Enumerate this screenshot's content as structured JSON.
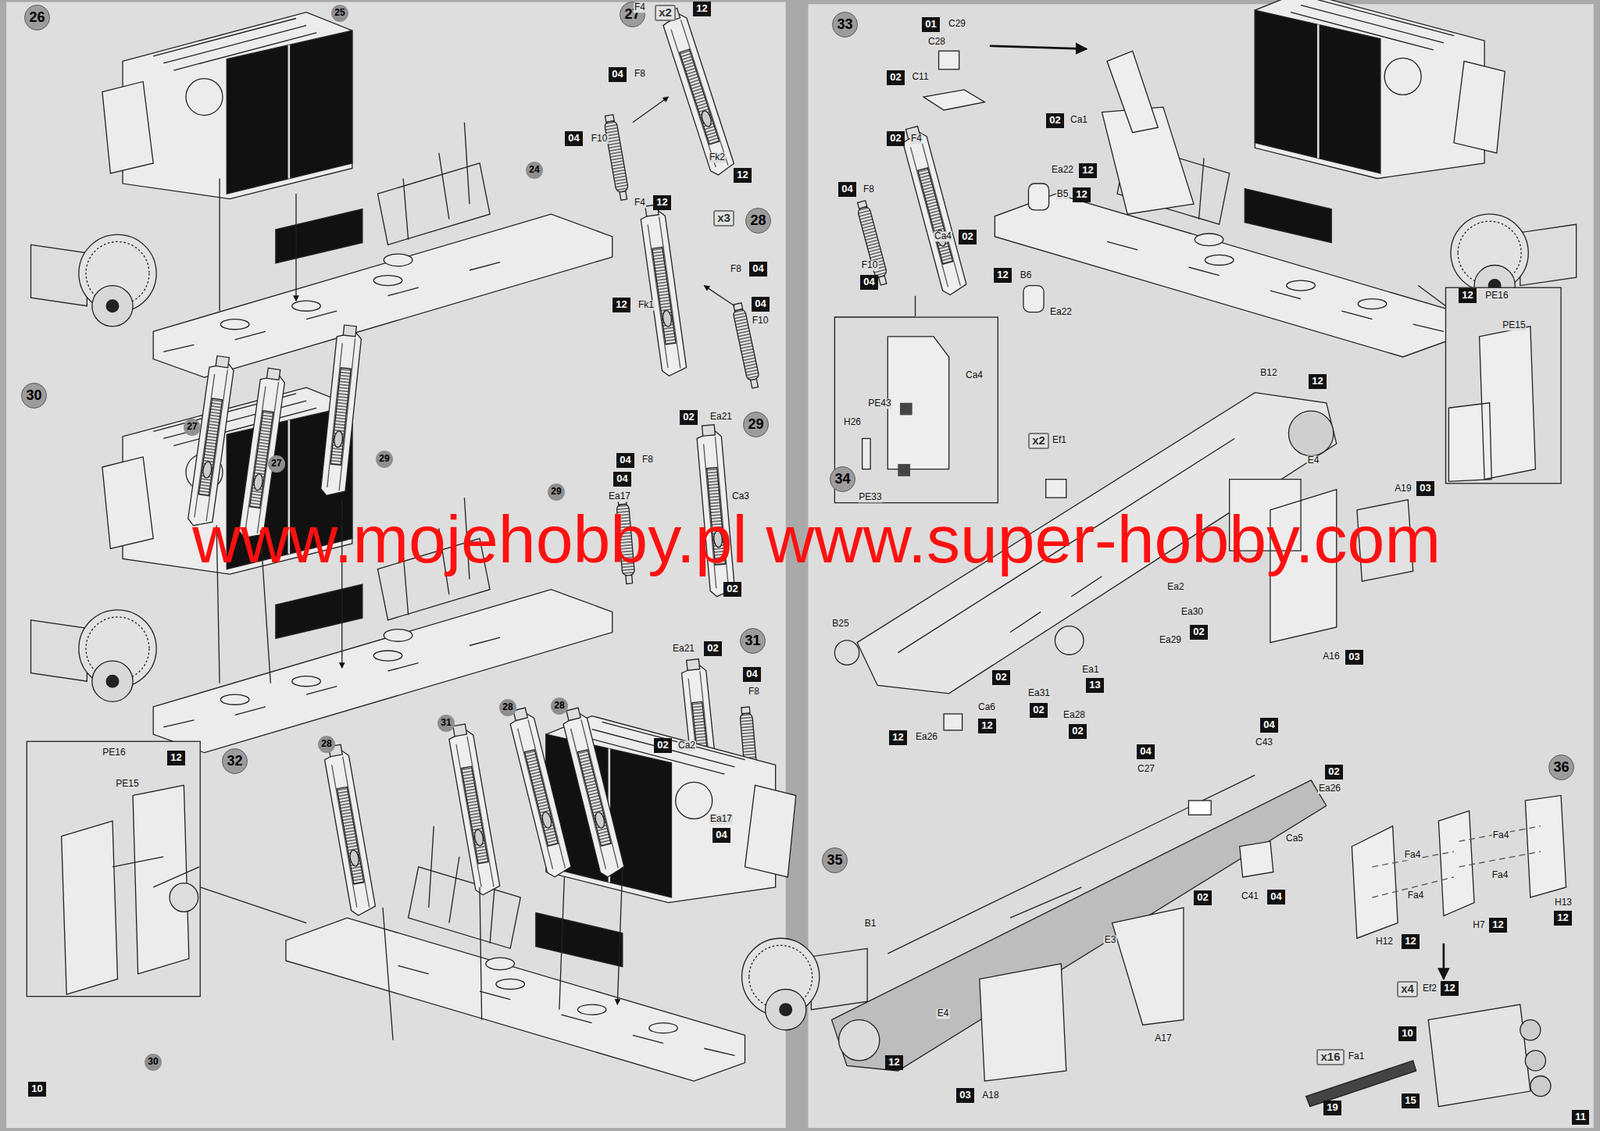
{
  "diagram": {
    "nodes": [
      {
        "text": [
          "26"
        ]
      },
      {
        "text": [
          "25"
        ]
      },
      {
        "text": [
          "24"
        ]
      },
      {
        "text": [
          "27"
        ]
      },
      {
        "text": [
          "x2"
        ]
      },
      {
        "text": [
          "12"
        ]
      },
      {
        "text": [
          "04"
        ]
      },
      {
        "text": [
          "04"
        ]
      },
      {
        "text": [
          "12"
        ]
      },
      {
        "text": [
          "x3"
        ]
      },
      {
        "text": [
          "28"
        ]
      },
      {
        "text": [
          "12"
        ]
      },
      {
        "text": [
          "12"
        ]
      },
      {
        "text": [
          "04"
        ]
      },
      {
        "text": [
          "04"
        ]
      },
      {
        "text": [
          "30"
        ]
      },
      {
        "text": [
          "27"
        ]
      },
      {
        "text": [
          "27"
        ]
      },
      {
        "text": [
          "29"
        ]
      },
      {
        "text": [
          "29"
        ]
      },
      {
        "text": [
          "29"
        ]
      },
      {
        "text": [
          "02"
        ]
      },
      {
        "text": [
          "04"
        ]
      },
      {
        "text": [
          "04"
        ]
      },
      {
        "text": [
          "02"
        ]
      },
      {
        "text": [
          "31"
        ]
      },
      {
        "text": [
          "02"
        ]
      },
      {
        "text": [
          "04"
        ]
      },
      {
        "text": [
          "02"
        ]
      },
      {
        "text": [
          "04"
        ]
      },
      {
        "text": [
          "32"
        ]
      },
      {
        "text": [
          "28"
        ]
      },
      {
        "text": [
          "31"
        ]
      },
      {
        "text": [
          "28"
        ]
      },
      {
        "text": [
          "28"
        ]
      },
      {
        "text": [
          "30"
        ]
      },
      {
        "text": [
          "12"
        ]
      },
      {
        "text": [
          "10"
        ]
      },
      {
        "text": [
          "33"
        ]
      },
      {
        "text": [
          "01"
        ]
      },
      {
        "text": [
          "02"
        ]
      },
      {
        "text": [
          "02"
        ]
      },
      {
        "text": [
          "04"
        ]
      },
      {
        "text": [
          "04"
        ]
      },
      {
        "text": [
          "02"
        ]
      },
      {
        "text": [
          "02"
        ]
      },
      {
        "text": [
          "12"
        ]
      },
      {
        "text": [
          "12"
        ]
      },
      {
        "text": [
          "12"
        ]
      },
      {
        "text": [
          "12"
        ]
      },
      {
        "text": [
          "03"
        ]
      },
      {
        "text": [
          "34"
        ]
      },
      {
        "text": [
          "x2"
        ]
      },
      {
        "text": [
          "12"
        ]
      },
      {
        "text": [
          "02"
        ]
      },
      {
        "text": [
          "03"
        ]
      },
      {
        "text": [
          "02"
        ]
      },
      {
        "text": [
          "13"
        ]
      },
      {
        "text": [
          "12"
        ]
      },
      {
        "text": [
          "02"
        ]
      },
      {
        "text": [
          "02"
        ]
      },
      {
        "text": [
          "12"
        ]
      },
      {
        "text": [
          "35"
        ]
      },
      {
        "text": [
          "04"
        ]
      },
      {
        "text": [
          "04"
        ]
      },
      {
        "text": [
          "02"
        ]
      },
      {
        "text": [
          "02"
        ]
      },
      {
        "text": [
          "04"
        ]
      },
      {
        "text": [
          "12"
        ]
      },
      {
        "text": [
          "03"
        ]
      },
      {
        "text": [
          "36"
        ]
      },
      {
        "text": [
          "12"
        ]
      },
      {
        "text": [
          "12"
        ]
      },
      {
        "text": [
          "12"
        ]
      },
      {
        "text": [
          "x4"
        ]
      },
      {
        "text": [
          "12"
        ]
      },
      {
        "text": [
          "x16"
        ]
      },
      {
        "text": [
          "10"
        ]
      },
      {
        "text": [
          "15"
        ]
      },
      {
        "text": [
          "19"
        ]
      },
      {
        "text": [
          "11"
        ]
      }
    ],
    "labels": [
      "F4",
      "F8",
      "F10",
      "Fk2",
      "F4",
      "Fk1",
      "F8",
      "F10",
      "Ea21",
      "F8",
      "Ea17",
      "Ca3",
      "Ea21",
      "F8",
      "Ca2",
      "Ea17",
      "PE16",
      "PE15",
      "C29",
      "C28",
      "C11",
      "F4",
      "F8",
      "F10",
      "Ca4",
      "Ca1",
      "Ea22",
      "B5",
      "B6",
      "Ea22",
      "Ca4",
      "PE43",
      "H26",
      "PE33",
      "PE16",
      "PE15",
      "A19",
      "Ef1",
      "B12",
      "E4",
      "Ea2",
      "Ea30",
      "Ea29",
      "A16",
      "B25",
      "Ea1",
      "Ca6",
      "Ea31",
      "Ea28",
      "Ea26",
      "C27",
      "C43",
      "Ea26",
      "Ca5",
      "C41",
      "B1",
      "E3",
      "E4",
      "A17",
      "A18",
      "Fa4",
      "Fa4",
      "Fa4",
      "Fa4",
      "H12",
      "H7",
      "H13",
      "Ef2",
      "Fa1",
      "www.mojehobby.pl www.super-hobby.com"
    ]
  }
}
